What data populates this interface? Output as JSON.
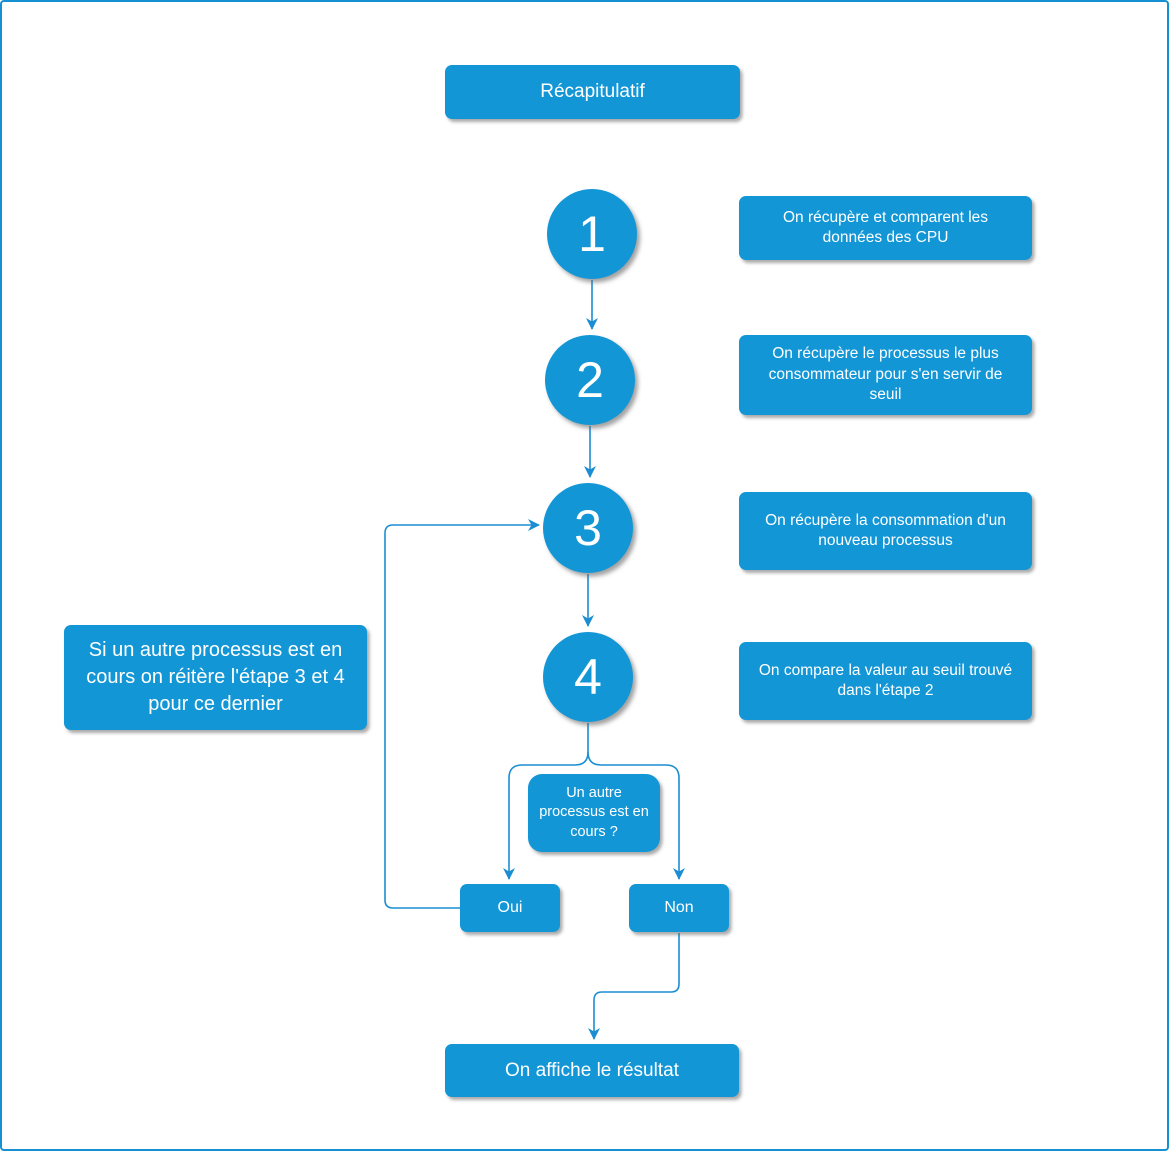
{
  "colors": {
    "node_fill": "#1396d6",
    "connector_line": "#1b8ed3",
    "frame_border": "#1590d2",
    "node_text": "#ffffff",
    "background": "#ffffff"
  },
  "diagram": {
    "title": "Récapitulatif",
    "steps": [
      {
        "number": "1",
        "description": "On récupère et comparent les données des CPU"
      },
      {
        "number": "2",
        "description": "On récupère le processus le plus consommateur pour s'en servir de seuil"
      },
      {
        "number": "3",
        "description": "On récupère la consommation d'un nouveau processus"
      },
      {
        "number": "4",
        "description": "On compare la valeur au seuil trouvé dans l'étape 2"
      }
    ],
    "loop_note": "Si un autre processus est en cours on réitère l'étape 3 et 4 pour ce dernier",
    "decision_question": "Un autre processus est en cours ?",
    "branch_yes": "Oui",
    "branch_no": "Non",
    "result": "On affiche le résultat"
  }
}
